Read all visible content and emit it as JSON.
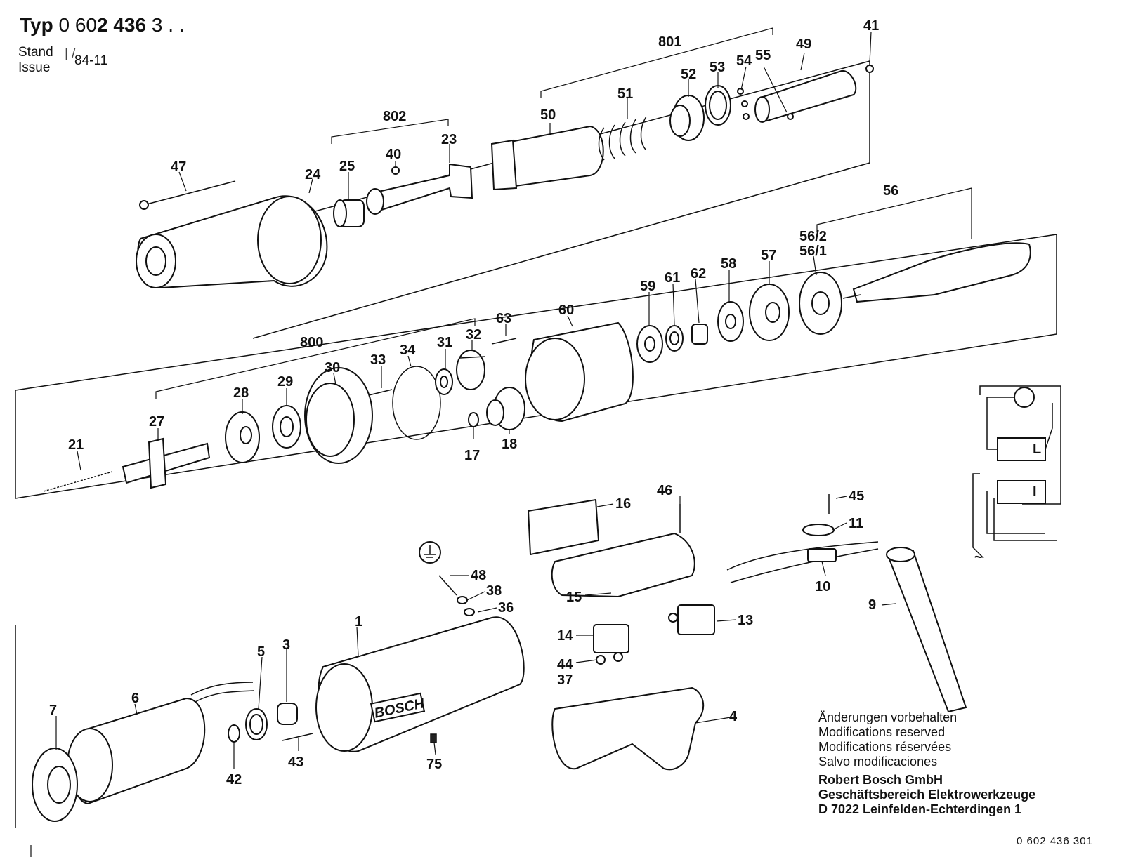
{
  "header": {
    "typ_word": "Typ",
    "typ_prefix": "0 60",
    "typ_bold": "2 436",
    "typ_suffix": " 3 . .",
    "stand_label": "Stand",
    "issue_label": "Issue",
    "stand_separator": "| /",
    "stand_value": "84-11"
  },
  "diagram": {
    "ground_symbol": "ground-icon",
    "part_labels": [
      "41",
      "49",
      "55",
      "54",
      "53",
      "52",
      "801",
      "51",
      "50",
      "802",
      "23",
      "40",
      "25",
      "47",
      "24",
      "56",
      "56/2",
      "56/1",
      "57",
      "58",
      "62",
      "61",
      "59",
      "60",
      "63",
      "32",
      "31",
      "34",
      "33",
      "800",
      "30",
      "29",
      "28",
      "27",
      "21",
      "18",
      "17",
      "16",
      "46",
      "45",
      "11",
      "48",
      "38",
      "36",
      "15",
      "10",
      "9",
      "13",
      "14",
      "44",
      "37",
      "1",
      "5",
      "3",
      "6",
      "7",
      "42",
      "43",
      "75",
      "4"
    ]
  },
  "notes": {
    "line1": "Änderungen vorbehalten",
    "line2": "Modifications reserved",
    "line3": "Modifications réservées",
    "line4": "Salvo modificaciones"
  },
  "company": {
    "line1": "Robert Bosch GmbH",
    "line2": "Geschäftsbereich Elektrowerkzeuge",
    "line3": "D 7022 Leinfelden-Echterdingen 1"
  },
  "doc_number": "0  602  436  301",
  "brand": "BOSCH",
  "switch_letters": {
    "upper": "L",
    "lower": "I"
  }
}
